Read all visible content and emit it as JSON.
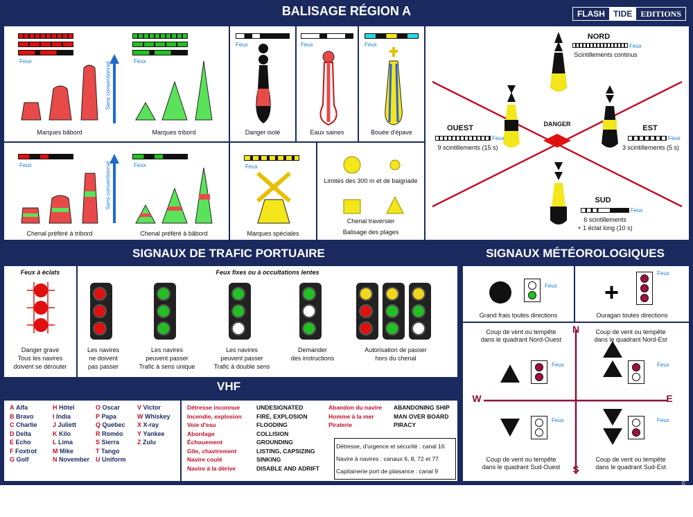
{
  "header": {
    "title": "BALISAGE RÉGION A",
    "logo": [
      "FLASH",
      "TIDE",
      "EDITIONS"
    ]
  },
  "balisage": {
    "feux": "Feux",
    "sens": "Sens conventionnel",
    "babord": "Marques bâbord",
    "tribord": "Marques tribord",
    "danger_isole": "Danger isolé",
    "eaux_saines": "Eaux saines",
    "bouee_epave": "Bouée d'épave",
    "chenal_tribord": "Chenal préféré à tribord",
    "chenal_babord": "Chenal préféré à bâbord",
    "speciales": "Marques spéciales",
    "limites": "Limites des 300 m et de baignade",
    "chenal_traversier": "Chenal traversier",
    "plages": "Balisage des plages"
  },
  "cardinal": {
    "nord": "NORD",
    "nord_desc": "Scintillements continus",
    "ouest": "OUEST",
    "ouest_desc": "9 scintillements (15 s)",
    "est": "EST",
    "est_desc": "3 scintillements (5 s)",
    "sud": "SUD",
    "sud_desc1": "6 scintillements",
    "sud_desc2": "+ 1 éclat long (10 s)",
    "danger": "DANGER"
  },
  "trafic": {
    "title": "SIGNAUX DE TRAFIC PORTUAIRE",
    "eclats": "Feux à éclats",
    "fixes": "Feux fixes ou à occultations lentes",
    "items": [
      [
        "Danger grave",
        "Tous les navires",
        "doivent se dérouter"
      ],
      [
        "Les navires",
        "ne doivent",
        "pas passer"
      ],
      [
        "Les navires",
        "peuvent passer",
        "Trafic à sens unique"
      ],
      [
        "Les navires",
        "peuvent passer",
        "Trafic à double sens"
      ],
      [
        "Demander",
        "des instructions",
        ""
      ],
      [
        "Autorisation de passer",
        "hors du chenal",
        ""
      ]
    ]
  },
  "meteo": {
    "title": "SIGNAUX MÉTÉOROLOGIQUES",
    "feux": "Feux",
    "grand_frais": "Grand frais toutes directions",
    "ouragan": "Ouragan toutes directions",
    "no": [
      "Coup de vent ou tempête",
      "dans le quadrant Nord-Ouest"
    ],
    "ne": [
      "Coup de vent ou tempête",
      "dans le quadrant Nord-Est"
    ],
    "so": [
      "Coup de vent ou tempête",
      "dans le quadrant Sud-Ouest"
    ],
    "se": [
      "Coup de vent ou tempête",
      "dans le quadrant Sud-Est"
    ],
    "n": "N",
    "s": "S",
    "w": "W",
    "e": "E",
    "credit": "©SARL Nautic Training Concept – Nantes"
  },
  "vhf": {
    "title": "VHF",
    "col1": [
      [
        "A",
        "Alfa"
      ],
      [
        "B",
        "Bravo"
      ],
      [
        "C",
        "Charlie"
      ],
      [
        "D",
        "Delta"
      ],
      [
        "E",
        "Echo"
      ],
      [
        "F",
        "Foxtrot"
      ],
      [
        "G",
        "Golf"
      ]
    ],
    "col2": [
      [
        "H",
        "Hôtel"
      ],
      [
        "I",
        "India"
      ],
      [
        "J",
        "Juliett"
      ],
      [
        "K",
        "Kilo"
      ],
      [
        "L",
        "Lima"
      ],
      [
        "M",
        "Mike"
      ],
      [
        "N",
        "November"
      ]
    ],
    "col3": [
      [
        "O",
        "Oscar"
      ],
      [
        "P",
        "Papa"
      ],
      [
        "Q",
        "Quebec"
      ],
      [
        "R",
        "Roméo"
      ],
      [
        "S",
        "Sierra"
      ],
      [
        "T",
        "Tango"
      ],
      [
        "U",
        "Uniform"
      ]
    ],
    "col4": [
      [
        "V",
        "Victor"
      ],
      [
        "W",
        "Whiskey"
      ],
      [
        "X",
        "X-ray"
      ],
      [
        "Y",
        "Yankee"
      ],
      [
        "Z",
        "Zulu"
      ]
    ],
    "fr": [
      "Détresse inconnue",
      "Incendie, explosion",
      "Voie d'eau",
      "Abordage",
      "Échouement",
      "Gîte, chavirement",
      "Navire coulé",
      "Navire à la dérive"
    ],
    "en": [
      "UNDESIGNATED",
      "FIRE, EXPLOSION",
      "FLOODING",
      "COLLISION",
      "GROUNDING",
      "LISTING, CAPSIZING",
      "SINKING",
      "DISABLE AND ADRIFT"
    ],
    "fr2": [
      "Abandon du navire",
      "Homme à la mer",
      "Piraterie"
    ],
    "en2": [
      "ABANDONING SHIP",
      "MAN OVER BOARD",
      "PIRACY"
    ],
    "canaux": [
      "Détresse, d'urgence et sécurité : canal 16",
      "Navire à navires : canaux 6, 8, 72 et 77",
      "Capitainerie port de plaisance : canal 9"
    ]
  }
}
